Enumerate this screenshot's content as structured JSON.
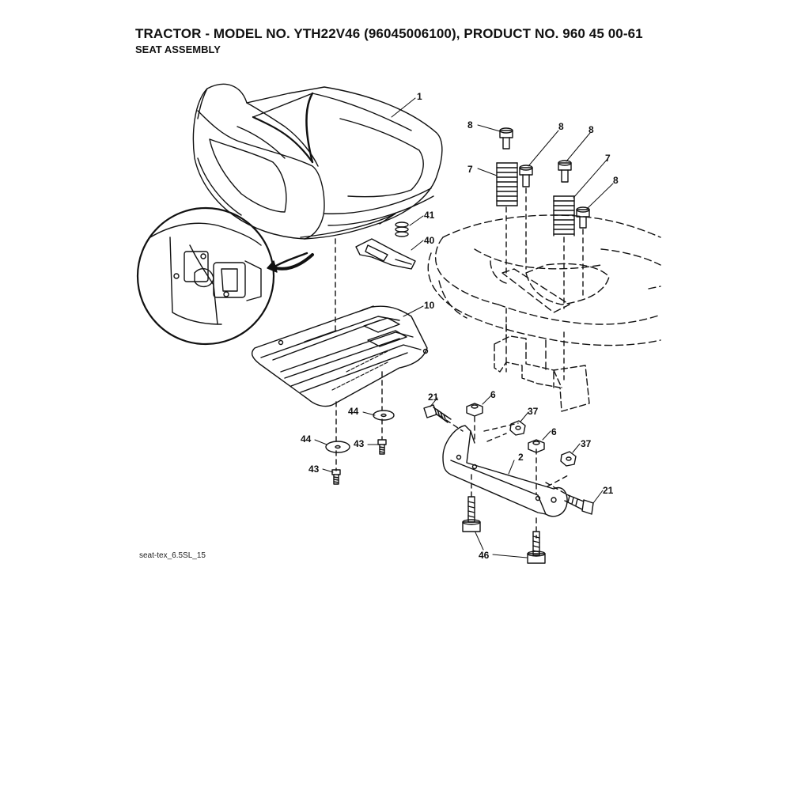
{
  "header": {
    "title": "TRACTOR - MODEL NO. YTH22V46 (96045006100), PRODUCT NO. 960 45 00-61",
    "subtitle": "SEAT ASSEMBLY"
  },
  "figure_ref": "seat-tex_6.5SL_15",
  "callouts": [
    {
      "id": "c1",
      "label": "1"
    },
    {
      "id": "c8a",
      "label": "8"
    },
    {
      "id": "c8b",
      "label": "8"
    },
    {
      "id": "c8c",
      "label": "8"
    },
    {
      "id": "c8d",
      "label": "8"
    },
    {
      "id": "c7a",
      "label": "7"
    },
    {
      "id": "c7b",
      "label": "7"
    },
    {
      "id": "c41",
      "label": "41"
    },
    {
      "id": "c40",
      "label": "40"
    },
    {
      "id": "c10",
      "label": "10"
    },
    {
      "id": "c21a",
      "label": "21"
    },
    {
      "id": "c6a",
      "label": "6"
    },
    {
      "id": "c37a",
      "label": "37"
    },
    {
      "id": "c6b",
      "label": "6"
    },
    {
      "id": "c37b",
      "label": "37"
    },
    {
      "id": "c2",
      "label": "2"
    },
    {
      "id": "c21b",
      "label": "21"
    },
    {
      "id": "c44a",
      "label": "44"
    },
    {
      "id": "c44b",
      "label": "44"
    },
    {
      "id": "c43a",
      "label": "43"
    },
    {
      "id": "c43b",
      "label": "43"
    },
    {
      "id": "c46",
      "label": "46"
    }
  ]
}
